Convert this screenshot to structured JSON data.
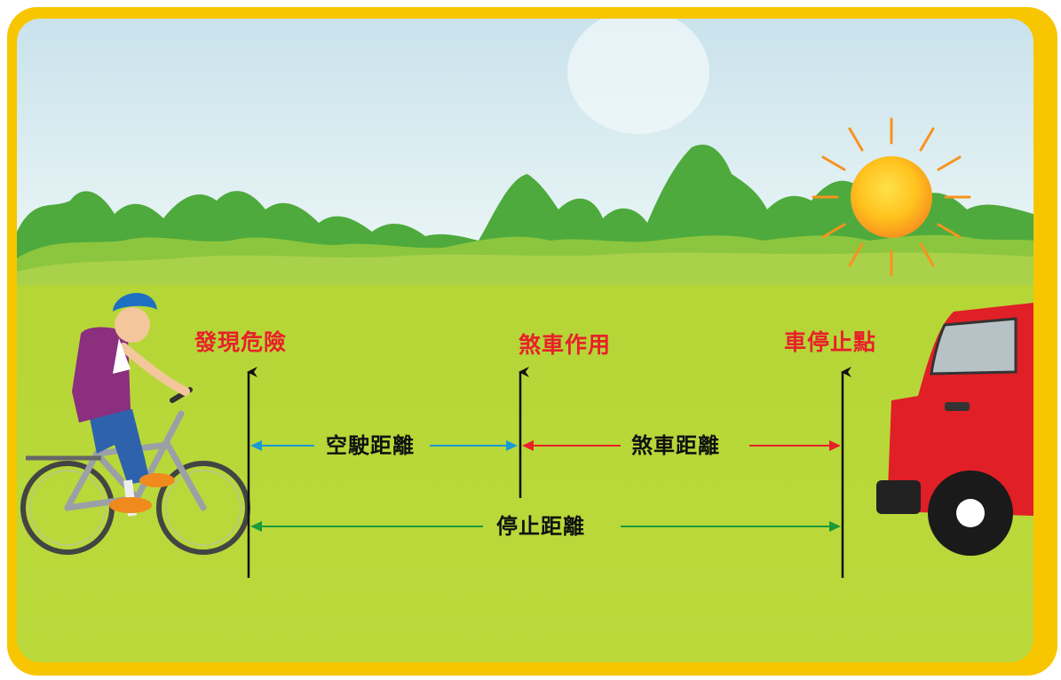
{
  "markers": {
    "danger_found": "發現危險",
    "brake_applied": "煞車作用",
    "vehicle_stops": "車停止點"
  },
  "distances": {
    "reaction": "空駛距離",
    "braking": "煞車距離",
    "stopping": "停止距離"
  },
  "colors": {
    "marker_text": "#e8202a",
    "reaction_arrow": "#1b9ad6",
    "braking_arrow": "#e8202a",
    "stopping_arrow": "#1a9a3a",
    "frame": "#f7c600",
    "grass": "#b9d93a",
    "sky": "#d3ebf2",
    "car": "#e11f26"
  },
  "icons": [
    "cyclist-icon",
    "car-icon",
    "sun-icon",
    "tree-line-icon"
  ]
}
